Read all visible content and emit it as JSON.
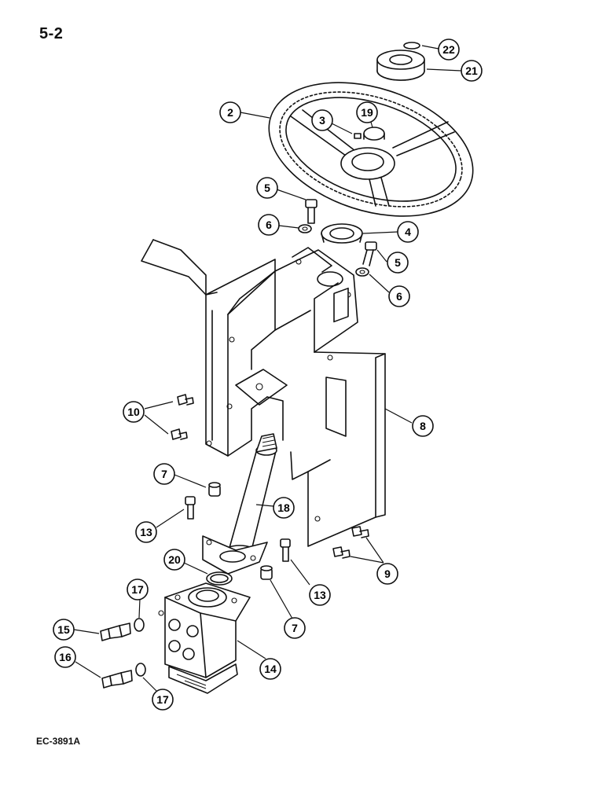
{
  "page_number": "5-2",
  "figure_code": "EC-3891A",
  "callouts": [
    {
      "id": "c22",
      "label": "22"
    },
    {
      "id": "c21",
      "label": "21"
    },
    {
      "id": "c2",
      "label": "2"
    },
    {
      "id": "c19",
      "label": "19"
    },
    {
      "id": "c3",
      "label": "3"
    },
    {
      "id": "c5a",
      "label": "5"
    },
    {
      "id": "c6a",
      "label": "6"
    },
    {
      "id": "c4",
      "label": "4"
    },
    {
      "id": "c5b",
      "label": "5"
    },
    {
      "id": "c6b",
      "label": "6"
    },
    {
      "id": "c8",
      "label": "8"
    },
    {
      "id": "c10",
      "label": "10"
    },
    {
      "id": "c7a",
      "label": "7"
    },
    {
      "id": "c18",
      "label": "18"
    },
    {
      "id": "c13a",
      "label": "13"
    },
    {
      "id": "c9",
      "label": "9"
    },
    {
      "id": "c20",
      "label": "20"
    },
    {
      "id": "c13b",
      "label": "13"
    },
    {
      "id": "c17a",
      "label": "17"
    },
    {
      "id": "c15",
      "label": "15"
    },
    {
      "id": "c7b",
      "label": "7"
    },
    {
      "id": "c14",
      "label": "14"
    },
    {
      "id": "c16",
      "label": "16"
    },
    {
      "id": "c17b",
      "label": "17"
    }
  ]
}
